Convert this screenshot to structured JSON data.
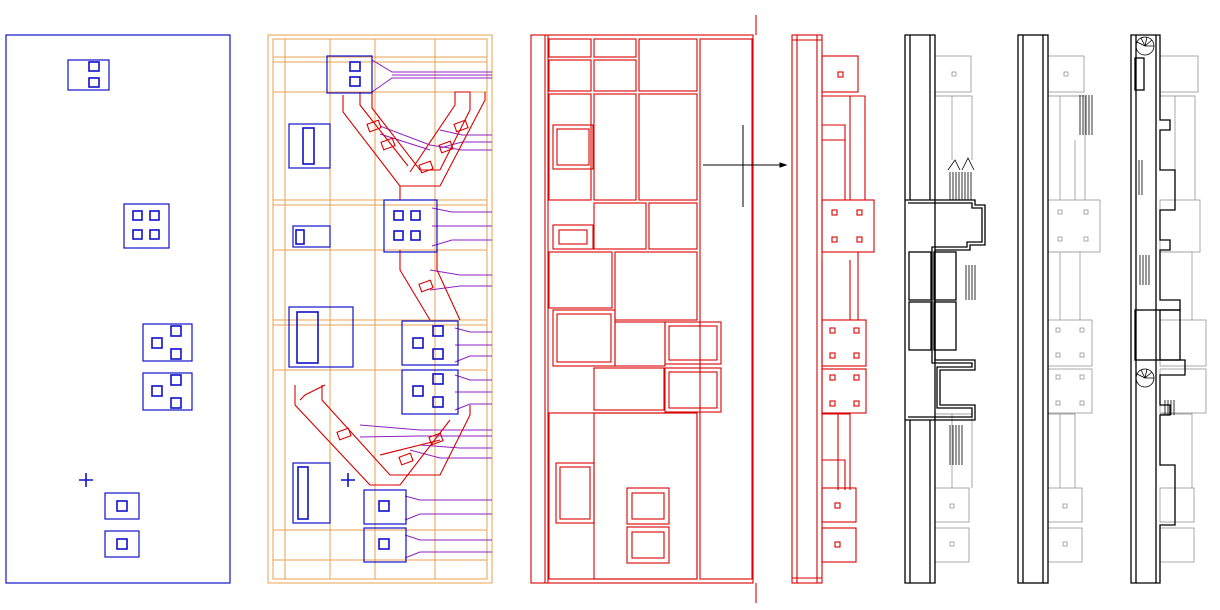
{
  "drawing": {
    "colors": {
      "background": "#ffffff",
      "structure_blue": "#1010c8",
      "layout_orange": "#e8a050",
      "layout_red": "#d80000",
      "connector_purple": "#9020c0",
      "section_black": "#000000",
      "hidden_gray": "#a0a0a0"
    },
    "panels": [
      {
        "key": "foundation",
        "icon": "foundation-plan-icon"
      },
      {
        "key": "framing",
        "icon": "framing-plan-icon"
      },
      {
        "key": "floor-grid",
        "icon": "floor-grid-plan-icon"
      },
      {
        "key": "elevation",
        "icon": "elevation-icon"
      },
      {
        "key": "section-a",
        "icon": "section-icon"
      },
      {
        "key": "section-b",
        "icon": "section-icon"
      },
      {
        "key": "section-c",
        "icon": "section-icon"
      }
    ]
  }
}
